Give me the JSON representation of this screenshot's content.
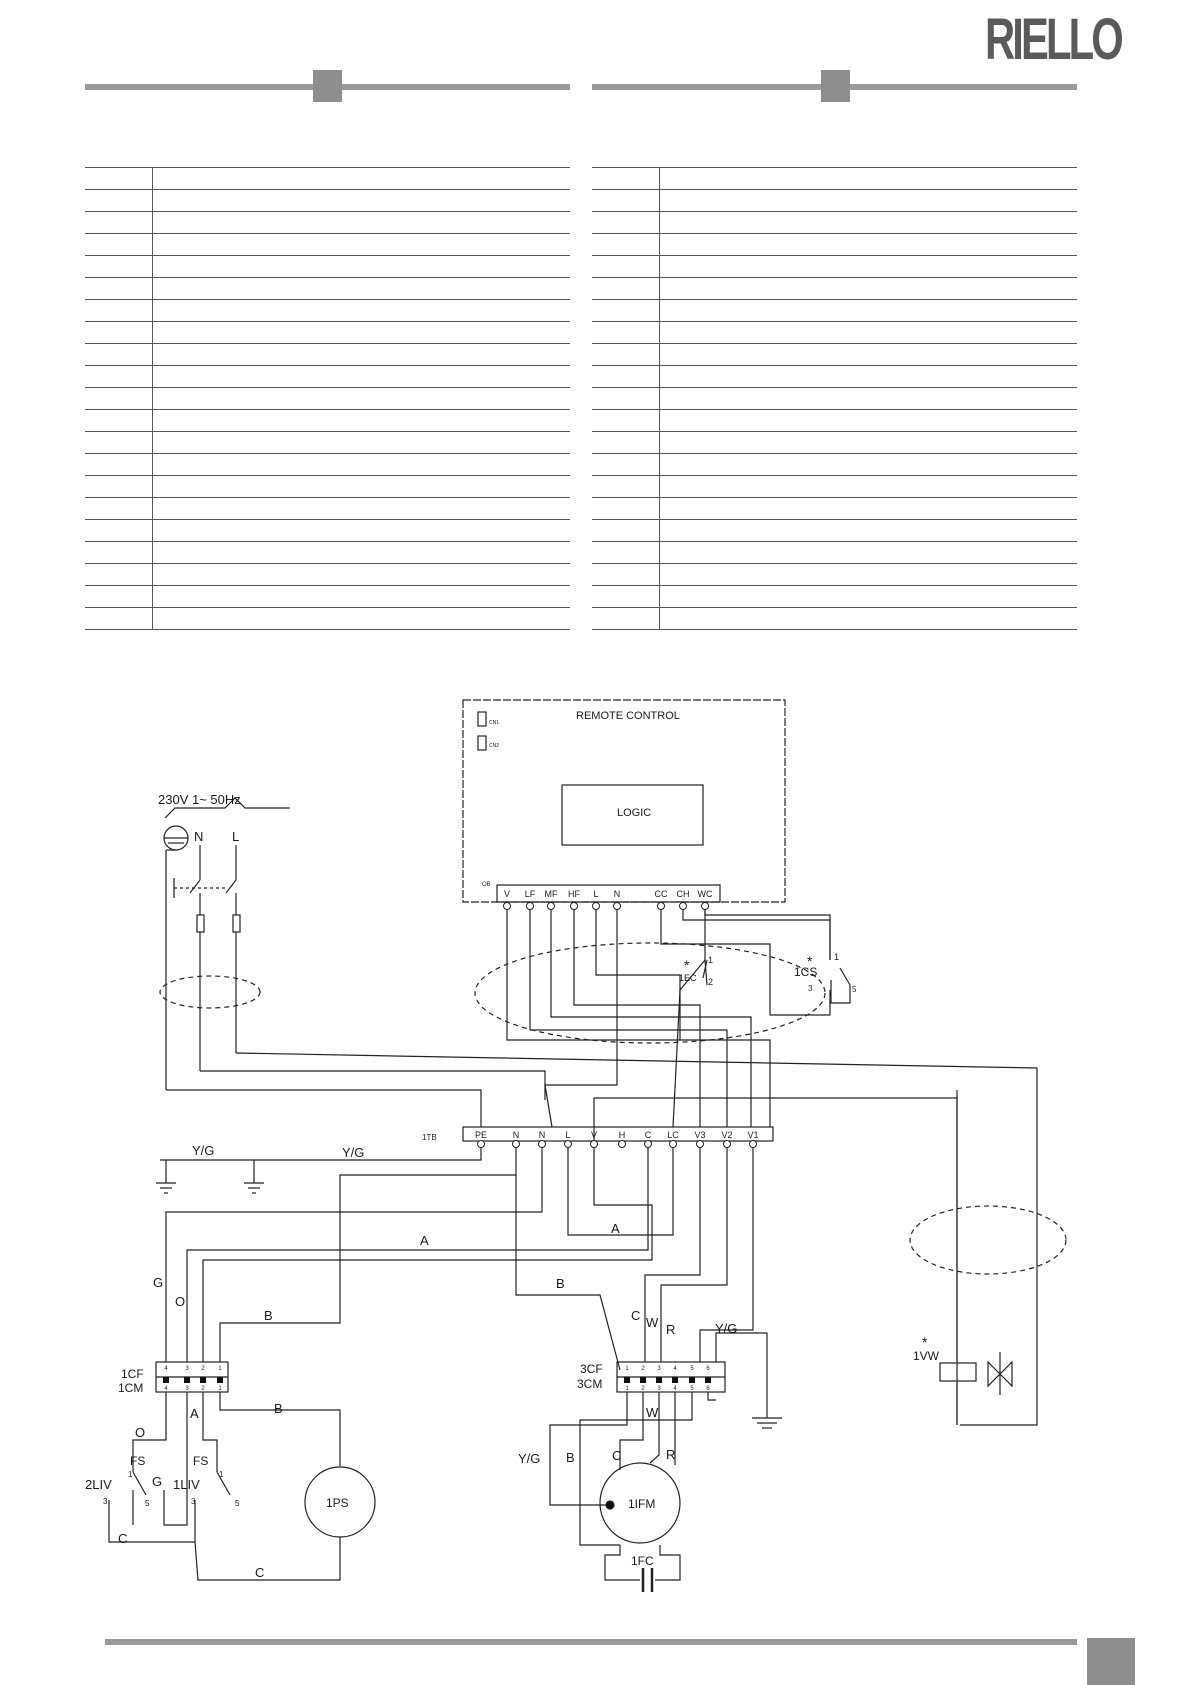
{
  "brand": {
    "logo_text": "RIELLO"
  },
  "legend": {
    "left_rows": 21,
    "right_rows": 21
  },
  "diagram": {
    "supply": "230V 1~ 50Hz",
    "remote_control": "REMOTE CONTROL",
    "logic": "LOGIC",
    "cn1": "CN1",
    "cn2": "CN2",
    "ob": "OB",
    "rc_terminals": [
      "V",
      "LF",
      "MF",
      "HF",
      "L",
      "N",
      "CC",
      "CH",
      "WC"
    ],
    "tb": "1TB",
    "tb_terminals": [
      "PE",
      "N",
      "N",
      "L",
      "V",
      "H",
      "C",
      "LC",
      "V3",
      "V2",
      "V1"
    ],
    "n": "N",
    "l": "L",
    "ec": "1EC",
    "ec_star": "*",
    "ec_pin1": "1",
    "ec_pin2": "2",
    "cs": "1CS",
    "cs_star": "*",
    "cs_pin1": "1",
    "cs_pin3": "3",
    "cs_pin5": "5",
    "yg1": "Y/G",
    "yg2": "Y/G",
    "yg3": "Y/G",
    "yg4": "Y/G",
    "wire_a1": "A",
    "wire_a2": "A",
    "wire_a3": "A",
    "wire_b1": "B",
    "wire_b2": "B",
    "wire_b3": "B",
    "wire_b4": "B",
    "wire_g1": "G",
    "wire_g2": "G",
    "wire_o1": "O",
    "wire_o2": "O",
    "wire_c1": "C",
    "wire_c2": "C",
    "wire_c3": "C",
    "wire_c4": "C",
    "wire_w1": "W",
    "wire_w2": "W",
    "wire_r1": "R",
    "wire_r2": "R",
    "cf1": "1CF",
    "cm1": "1CM",
    "cf3": "3CF",
    "cm3": "3CM",
    "c1_top_pins": [
      "4",
      "3",
      "2",
      "1"
    ],
    "c1_bot_pins": [
      "4",
      "3",
      "2",
      "1"
    ],
    "c3_top_pins": [
      "1",
      "2",
      "3",
      "4",
      "5",
      "6"
    ],
    "c3_bot_pins": [
      "1",
      "2",
      "3",
      "4",
      "5",
      "6"
    ],
    "fs1": "FS",
    "fs2": "FS",
    "liv2": "2LIV",
    "liv1": "1LIV",
    "liv_pin1a": "1",
    "liv_pin3a": "3",
    "liv_pin5a": "5",
    "liv_pin1b": "1",
    "liv_pin3b": "3",
    "liv_pin5b": "5",
    "ps": "1PS",
    "fm": "1IFM",
    "fc": "1FC",
    "vw": "1VW",
    "vw_star": "*"
  }
}
